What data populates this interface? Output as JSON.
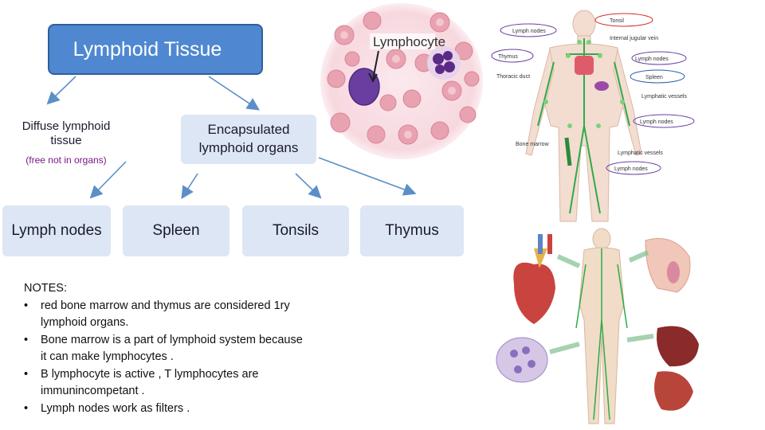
{
  "title": "Lymphoid Tissue",
  "diffuse": {
    "label": "Diffuse lymphoid tissue",
    "sub": "(free not in organs)"
  },
  "encapsulated": {
    "label": "Encapsulated lymphoid organs"
  },
  "organs": {
    "lymph_nodes": "Lymph nodes",
    "spleen": "Spleen",
    "tonsils": "Tonsils",
    "thymus": "Thymus"
  },
  "notes": {
    "heading": "NOTES:",
    "items": [
      "red bone marrow and thymus are considered 1ry lymphoid organs.",
      "Bone marrow is a part of lymphoid system because it can make lymphocytes .",
      "B lymphocyte is active , T lymphocytes are immunincompetant .",
      "Lymph nodes work as filters ."
    ]
  },
  "micrograph": {
    "label": "Lymphocyte"
  },
  "body_chart": {
    "labels": [
      "Lymph nodes",
      "Tonsil",
      "Internal jugular vein",
      "Thymus",
      "Lymph nodes",
      "Thoracic duct",
      "Spleen",
      "Lymphatic vessels",
      "Lymph nodes",
      "Bone marrow",
      "Lymphatic vessels",
      "Lymph nodes"
    ]
  },
  "colors": {
    "accent": "#4f88d0",
    "box": "#dde6f5",
    "arrow": "#5b8fc7",
    "sub_text": "#7a1a86"
  }
}
